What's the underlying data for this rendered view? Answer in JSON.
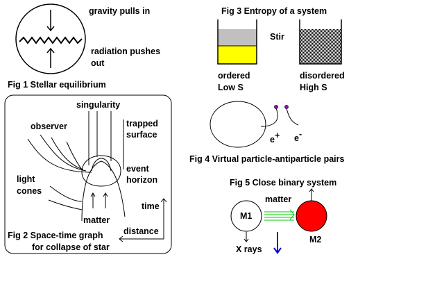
{
  "fig1": {
    "caption": "Fig 1 Stellar equilibrium",
    "gravity_label": "gravity pulls in",
    "radiation_label_1": "radiation pushes",
    "radiation_label_2": "out"
  },
  "fig2": {
    "caption_1": "Fig 2 Space-time graph",
    "caption_2": "for collapse of star",
    "singularity": "singularity",
    "observer": "observer",
    "trapped_1": "trapped",
    "trapped_2": "surface",
    "event_1": "event",
    "event_2": "horizon",
    "light_1": "light",
    "light_2": "cones",
    "time": "time",
    "matter": "matter",
    "distance": "distance"
  },
  "fig3": {
    "caption": "Fig 3 Entropy of a system",
    "stir": "Stir",
    "ordered_1": "ordered",
    "ordered_2": "Low S",
    "disordered_1": "disordered",
    "disordered_2": "High S",
    "colors": {
      "top_fill": "#c0c0c0",
      "bottom_fill": "#ffff00",
      "mixed_fill": "#808080"
    }
  },
  "fig4": {
    "caption": "Fig 4 Virtual particle-antiparticle pairs",
    "positron_base": "e",
    "positron_sup": "+",
    "electron_base": "e",
    "electron_sup": "-",
    "particle_color": "#9900cc"
  },
  "fig5": {
    "caption": "Fig 5 Close binary system",
    "m1": "M1",
    "m2": "M2",
    "matter": "matter",
    "xrays": "X rays",
    "colors": {
      "m2_fill": "#ff0000",
      "stream": "#00cc00",
      "down_arrow": "#0000cc"
    }
  }
}
